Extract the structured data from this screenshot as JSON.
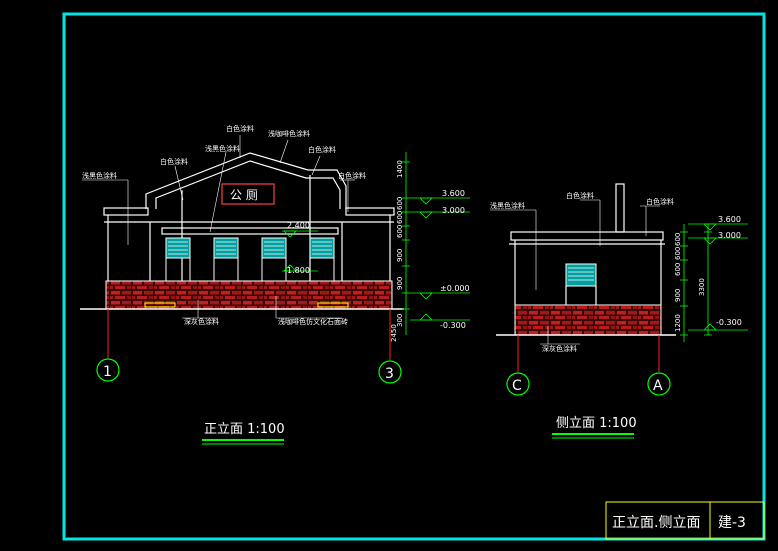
{
  "colors": {
    "background": "#000000",
    "frame": "#00e5e5",
    "line": "#ffffff",
    "dimension": "#00ff00",
    "annotation": "#ffff00",
    "axis": "#ff2020",
    "sign": "#ff4040",
    "vent": "#00a0a0",
    "stone": "#b01818"
  },
  "front_elevation": {
    "sign_text": "公 厕",
    "labels": {
      "white_paint_top": "白色涂料",
      "light_yellow_top": "浅咖啡色涂料",
      "light_green_upper": "浅黑色涂料",
      "white_paint_right": "白色涂料",
      "white_paint_left": "白色涂料",
      "light_green_left": "浅黑色涂料",
      "white_paint_far_right": "白色涂料",
      "plinth_gray": "深灰色涂料",
      "plinth_stone": "浅咖啡色仿文化石面砖"
    },
    "elevations": {
      "top": "3.600",
      "eave": "3.000",
      "window_top": "2.400",
      "window_sill": "1.800",
      "ground": "±0.000",
      "base": "-0.300"
    },
    "dims_right": [
      "1400",
      "600",
      "600",
      "600",
      "900",
      "900",
      "300",
      "2450"
    ],
    "axis_left": "1",
    "axis_right": "3",
    "title": "正立面 1:100"
  },
  "side_elevation": {
    "labels": {
      "light_green": "浅黑色涂料",
      "white_paint_mid": "白色涂料",
      "white_paint_right": "白色涂料",
      "plinth_gray": "深灰色涂料"
    },
    "elevations": {
      "top": "3.600",
      "eave": "3.000",
      "base": "-0.300"
    },
    "dims_right": [
      "600",
      "600",
      "600",
      "900",
      "1200",
      "3300"
    ],
    "axis_left": "C",
    "axis_right": "A",
    "title": "侧立面 1:100"
  },
  "title_block": {
    "sheet_name": "正立面.侧立面",
    "sheet_number": "建-3"
  }
}
